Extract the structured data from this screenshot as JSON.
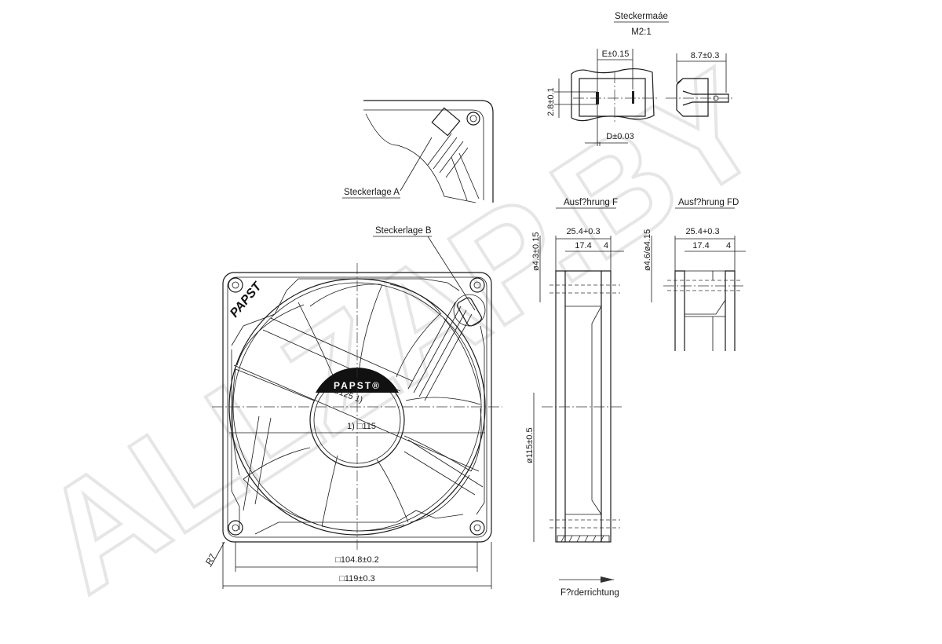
{
  "connector": {
    "title": "Steckermaáe",
    "scale": "M2:1",
    "dim_e": "E±0.15",
    "dim_d": "D±0.03",
    "dim_height": "2.8±0.1",
    "dim_length": "8.7±0.3"
  },
  "positions": {
    "a": "Steckerlage A",
    "b": "Steckerlage B"
  },
  "front_view": {
    "brand_frame": "PAPST",
    "brand_hub": "PAPST®",
    "dia_blade": "ø125 1)",
    "square_inner": "1) □115",
    "radius": "R7",
    "hole_spacing": "□104.8±0.2",
    "outer": "□119±0.3"
  },
  "variant_f": {
    "title": "Ausf?hrung F",
    "depth": "25.4+0.3",
    "inner": "17.4",
    "flange": "4",
    "hole": "ø4.3±0.15",
    "venturi": "ø115±0.5"
  },
  "variant_fd": {
    "title": "Ausf?hrung FD",
    "depth": "25.4+0.3",
    "inner": "17.4",
    "flange": "4",
    "hole": "ø4.6/ø4.15"
  },
  "airflow": {
    "label": "F?rderrichtung"
  },
  "watermark": "ALLZAP.BY"
}
